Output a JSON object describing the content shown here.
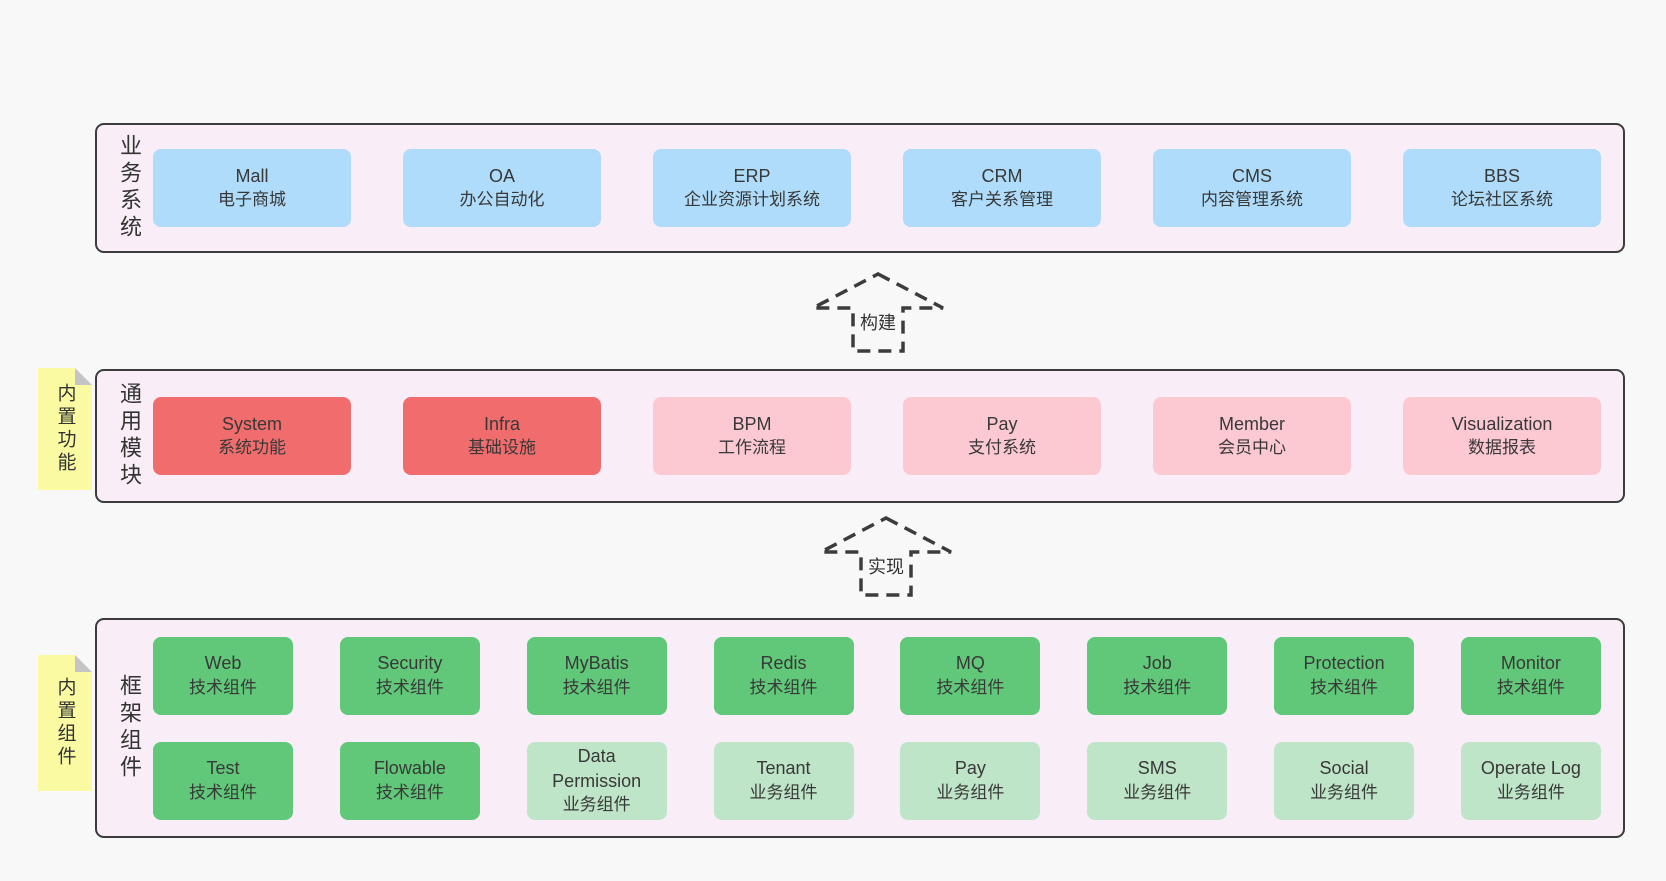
{
  "palette": {
    "page-bg": "#f8f8f8",
    "panel-bg": "#f9edf7",
    "line": "#3c3c3c",
    "text": "#383838",
    "blue": "#aedcfa",
    "red": "#f16d6d",
    "pink": "#fcc9d3",
    "green": "#60c878",
    "green-light": "#bfe5c8",
    "yellow": "#fafaa3",
    "fold": "#c4c4c4"
  },
  "arrows": [
    {
      "label": "构建"
    },
    {
      "label": "实现"
    }
  ],
  "layers": [
    {
      "name": "business-systems",
      "side_label": "业务系统",
      "boxes": [
        {
          "title": "Mall",
          "subtitle": "电子商城",
          "variant": "blue"
        },
        {
          "title": "OA",
          "subtitle": "办公自动化",
          "variant": "blue"
        },
        {
          "title": "ERP",
          "subtitle": "企业资源计划系统",
          "variant": "blue"
        },
        {
          "title": "CRM",
          "subtitle": "客户关系管理",
          "variant": "blue"
        },
        {
          "title": "CMS",
          "subtitle": "内容管理系统",
          "variant": "blue"
        },
        {
          "title": "BBS",
          "subtitle": "论坛社区系统",
          "variant": "blue"
        }
      ]
    },
    {
      "name": "common-modules",
      "side_label": "通用模块",
      "sticky": "内置功能",
      "boxes": [
        {
          "title": "System",
          "subtitle": "系统功能",
          "variant": "red"
        },
        {
          "title": "Infra",
          "subtitle": "基础设施",
          "variant": "red"
        },
        {
          "title": "BPM",
          "subtitle": "工作流程",
          "variant": "pink"
        },
        {
          "title": "Pay",
          "subtitle": "支付系统",
          "variant": "pink"
        },
        {
          "title": "Member",
          "subtitle": "会员中心",
          "variant": "pink"
        },
        {
          "title": "Visualization",
          "subtitle": "数据报表",
          "variant": "pink"
        }
      ]
    },
    {
      "name": "framework-components",
      "side_label": "框架组件",
      "sticky": "内置组件",
      "boxes": [
        {
          "title": "Web",
          "subtitle": "技术组件",
          "variant": "green"
        },
        {
          "title": "Security",
          "subtitle": "技术组件",
          "variant": "green"
        },
        {
          "title": "MyBatis",
          "subtitle": "技术组件",
          "variant": "green"
        },
        {
          "title": "Redis",
          "subtitle": "技术组件",
          "variant": "green"
        },
        {
          "title": "MQ",
          "subtitle": "技术组件",
          "variant": "green"
        },
        {
          "title": "Job",
          "subtitle": "技术组件",
          "variant": "green"
        },
        {
          "title": "Protection",
          "subtitle": "技术组件",
          "variant": "green"
        },
        {
          "title": "Monitor",
          "subtitle": "技术组件",
          "variant": "green"
        },
        {
          "title": "Test",
          "subtitle": "技术组件",
          "variant": "green"
        },
        {
          "title": "Flowable",
          "subtitle": "技术组件",
          "variant": "green"
        },
        {
          "title": "Data Permission",
          "subtitle": "业务组件",
          "variant": "green-light"
        },
        {
          "title": "Tenant",
          "subtitle": "业务组件",
          "variant": "green-light"
        },
        {
          "title": "Pay",
          "subtitle": "业务组件",
          "variant": "green-light"
        },
        {
          "title": "SMS",
          "subtitle": "业务组件",
          "variant": "green-light"
        },
        {
          "title": "Social",
          "subtitle": "业务组件",
          "variant": "green-light"
        },
        {
          "title": "Operate Log",
          "subtitle": "业务组件",
          "variant": "green-light"
        }
      ]
    }
  ]
}
